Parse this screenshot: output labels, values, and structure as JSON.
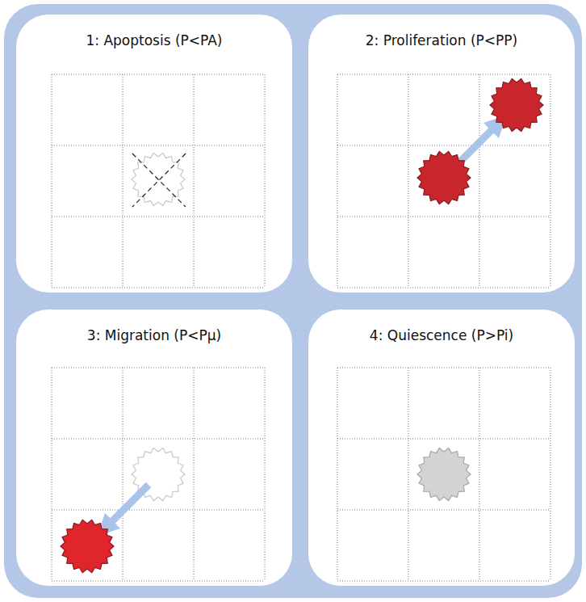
{
  "diagram": {
    "nodes": [
      {
        "text": [
          "1: Apoptosis (P<PA)"
        ]
      },
      {
        "text": [
          "2: Proliferation (P<PP)"
        ]
      },
      {
        "text": [
          "3: Migration (P<Pμ)"
        ]
      },
      {
        "text": [
          "4: Quiescence (P>Pi)"
        ]
      }
    ]
  }
}
